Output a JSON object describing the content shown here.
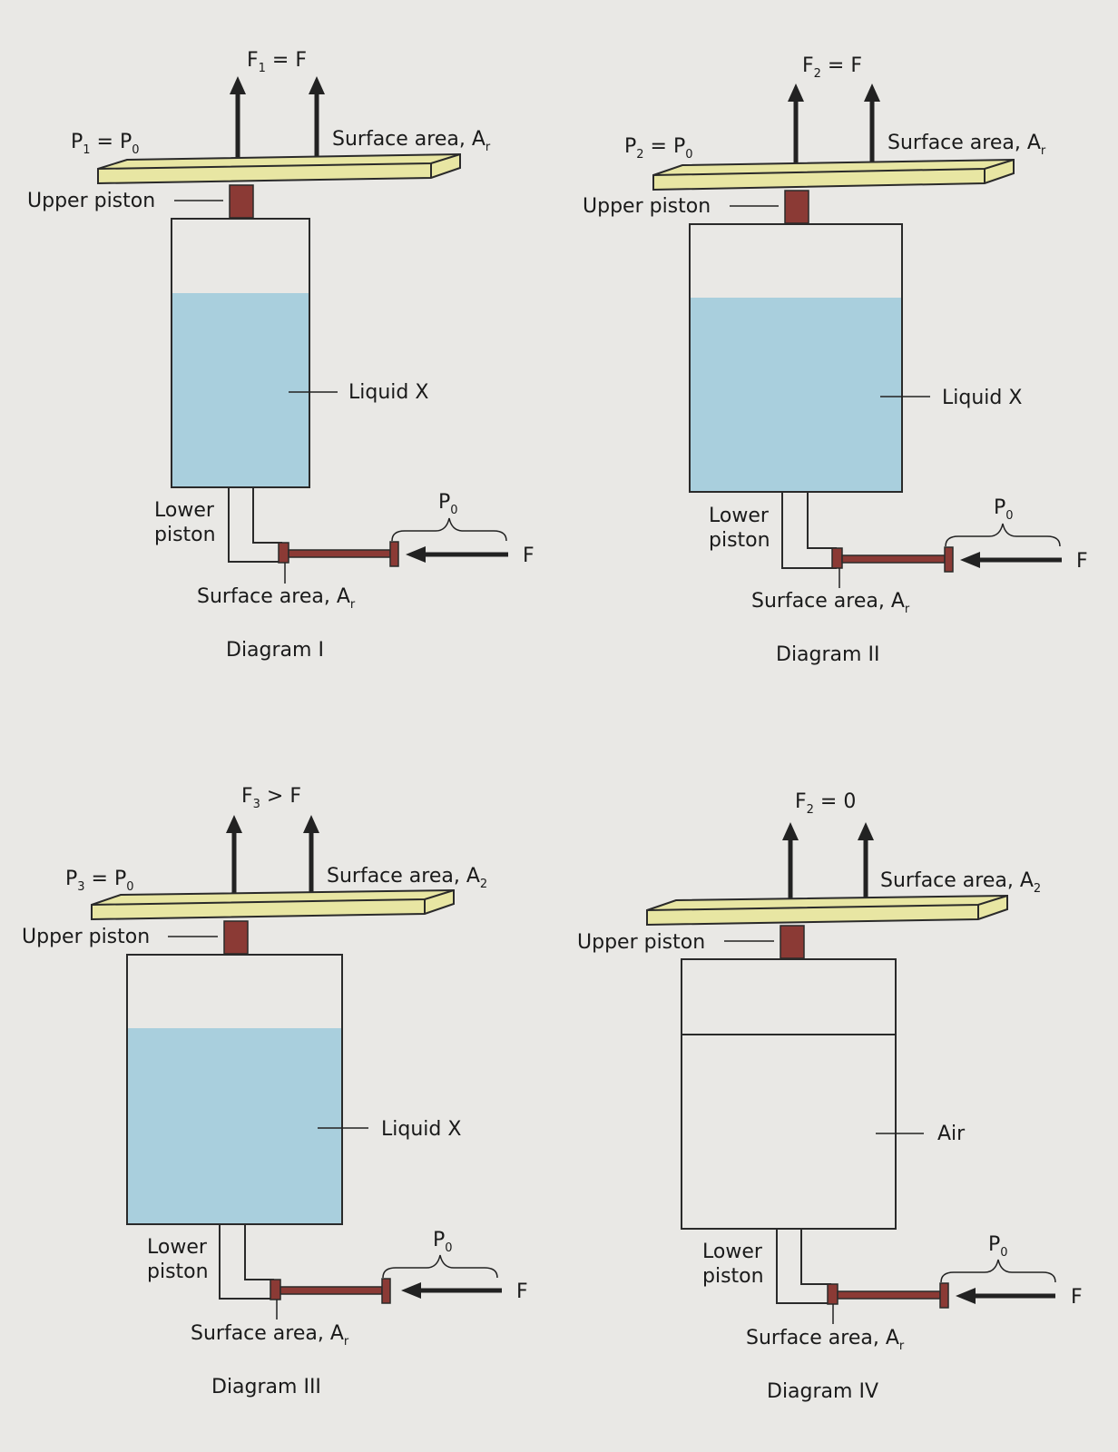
{
  "colors": {
    "background": "#e9e8e5",
    "liquid": "#a9cfdd",
    "plate": "#e8e6a3",
    "piston_rod": "#8b3a35",
    "arrow": "#222222",
    "outline": "#2a2a2a"
  },
  "diagrams": [
    {
      "title": "Diagram I",
      "pressure": {
        "main": "P",
        "sub": "1",
        "rest": " = P",
        "sub2": "0"
      },
      "force": {
        "main": "F",
        "sub": "1",
        "rest": " = F"
      },
      "surface_top": {
        "text": "Surface area, A",
        "sub": "r"
      },
      "upper_piston": "Upper piston",
      "contents": "Liquid X",
      "lower_piston": [
        "Lower",
        "piston"
      ],
      "surface_bottom": {
        "text": "Surface area, A",
        "sub": "r"
      },
      "p0": {
        "main": "P",
        "sub": "0"
      },
      "f": "F"
    },
    {
      "title": "Diagram II",
      "pressure": {
        "main": "P",
        "sub": "2",
        "rest": " = P",
        "sub2": "0"
      },
      "force": {
        "main": "F",
        "sub": "2",
        "rest": " = F"
      },
      "surface_top": {
        "text": "Surface area, A",
        "sub": "r"
      },
      "upper_piston": "Upper piston",
      "contents": "Liquid X",
      "lower_piston": [
        "Lower",
        "piston"
      ],
      "surface_bottom": {
        "text": "Surface area, A",
        "sub": "r"
      },
      "p0": {
        "main": "P",
        "sub": "0"
      },
      "f": "F"
    },
    {
      "title": "Diagram III",
      "pressure": {
        "main": "P",
        "sub": "3",
        "rest": " = P",
        "sub2": "0"
      },
      "force": {
        "main": "F",
        "sub": "3",
        "rest": " > F"
      },
      "surface_top": {
        "text": "Surface area, A",
        "sub": "2"
      },
      "upper_piston": "Upper piston",
      "contents": "Liquid X",
      "lower_piston": [
        "Lower",
        "piston"
      ],
      "surface_bottom": {
        "text": "Surface area, A",
        "sub": "r"
      },
      "p0": {
        "main": "P",
        "sub": "0"
      },
      "f": "F"
    },
    {
      "title": "Diagram IV",
      "pressure": null,
      "force": {
        "main": "F",
        "sub": "2",
        "rest": " = 0"
      },
      "surface_top": {
        "text": "Surface area, A",
        "sub": "2"
      },
      "upper_piston": "Upper piston",
      "contents": "Air",
      "lower_piston": [
        "Lower",
        "piston"
      ],
      "surface_bottom": {
        "text": "Surface area, A",
        "sub": "r"
      },
      "p0": {
        "main": "P",
        "sub": "0"
      },
      "f": "F"
    }
  ]
}
